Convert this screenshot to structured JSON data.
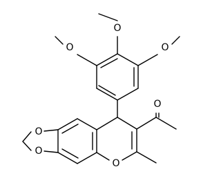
{
  "structure": {
    "atom_symbol": "O",
    "atoms": [
      {
        "id": "o_methoxy_left",
        "symbol": "O"
      },
      {
        "id": "o_methoxy_top",
        "symbol": "O"
      },
      {
        "id": "o_methoxy_right",
        "symbol": "O"
      },
      {
        "id": "o_ketone",
        "symbol": "O"
      },
      {
        "id": "o_dioxole_top",
        "symbol": "O"
      },
      {
        "id": "o_dioxole_bottom",
        "symbol": "O"
      },
      {
        "id": "o_pyran",
        "symbol": "O"
      }
    ]
  }
}
